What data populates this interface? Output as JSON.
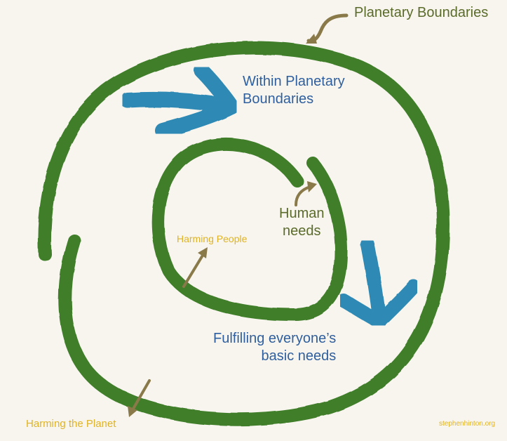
{
  "labels": {
    "planetary_boundaries": "Planetary Boundaries",
    "within_line1": "Within Planetary",
    "within_line2": "Boundaries",
    "human_line1": "Human",
    "human_line2": "needs",
    "harming_people": "Harming People",
    "fulfilling_line1": "Fulfilling everyone’s",
    "fulfilling_line2": "basic needs",
    "harming_planet": "Harming the Planet",
    "credit": "stephenhinton.org"
  },
  "colors": {
    "ring_green": "#3f7e2a",
    "arrow_blue": "#2f8ab5",
    "pointer_olive": "#8a7a4a",
    "text_olive": "#5b6b2a",
    "text_blue": "#2f5f9e",
    "text_gold": "#e0b324",
    "background": "#f7f5ee"
  }
}
